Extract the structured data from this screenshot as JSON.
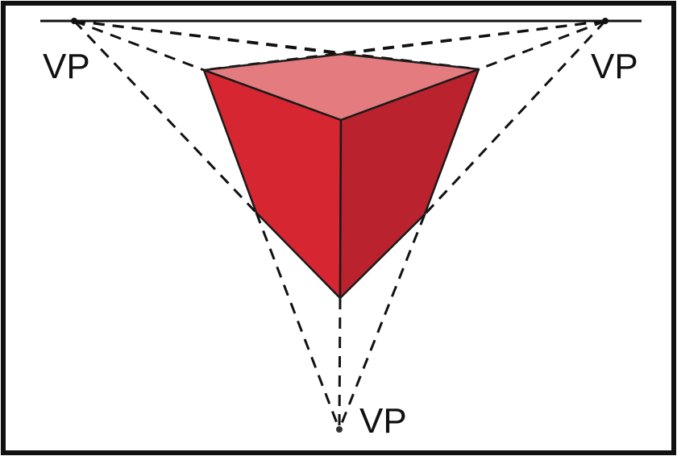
{
  "diagram": {
    "vanishing_points": {
      "left": {
        "label": "VP"
      },
      "right": {
        "label": "VP"
      },
      "bottom": {
        "label": "VP"
      }
    },
    "colors": {
      "border": "#111111",
      "horizon": "#111111",
      "guides": "#111111",
      "top_face": "#E37B7F",
      "left_face": "#D62631",
      "right_face": "#BA232E",
      "edges": "#1a1a1a"
    },
    "cube_style": "three-point perspective cube",
    "guide_style": "dashed"
  }
}
